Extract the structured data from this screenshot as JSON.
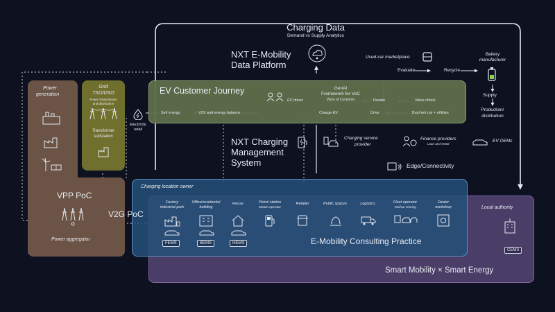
{
  "charging_data": {
    "title": "Charging Data",
    "subtitle": "Demand vs Supply Analytics"
  },
  "data_platform": {
    "title_line1": "NXT E-Mobility",
    "title_line2": "Data Platform"
  },
  "customer_journey": {
    "title": "EV Customer Journey",
    "ev_driver": "EV driver",
    "genai_line1": "GenAI",
    "genai_line2": "Framework for VoC",
    "voice": "Voice of Customer",
    "steps": {
      "sell_energy": "Sell energy",
      "v2x": "V2X and energy balance",
      "charge_ev": "Charge EV",
      "drive": "Drive",
      "resale": "Resale",
      "value_check": "Value check",
      "buy_rent": "Buy/rent car + utilities"
    }
  },
  "used_car": {
    "marketplace": "Used-car marketplace",
    "evaluate": "Evaluate",
    "recycle": "Recycle"
  },
  "battery": {
    "manufacturer_line1": "Battery",
    "manufacturer_line2": "manufacturer",
    "supply": "Supply",
    "production_line1": "Production/",
    "production_line2": "distribution"
  },
  "left": {
    "power_generation_line1": "Power",
    "power_generation_line2": "generation",
    "grid_line1": "Grid",
    "grid_line2": "TSO/DSO",
    "grid_sub_line1": "Power transmission",
    "grid_sub_line2": "and distribution",
    "transformer_line1": "Transformer",
    "transformer_line2": "substation",
    "electricity_line1": "Electricity",
    "electricity_line2": "retail",
    "vpp": "VPP PoC",
    "power_aggregator": "Power aggregator",
    "v2g": "V2G PoC"
  },
  "charging_mgmt": {
    "line1": "NXT Charging",
    "line2": "Management",
    "line3": "System",
    "provider_line1": "Charging service",
    "provider_line2": "provider"
  },
  "finance": {
    "title": "Finance providers",
    "sub": "Loan and rental",
    "ev_oems": "EV OEMs",
    "edge": "Edge/Connectivity"
  },
  "location": {
    "owner": "Charging location owner",
    "columns": [
      {
        "line1": "Factory",
        "line2": "industrial park"
      },
      {
        "line1": "Office/residential",
        "line2": "building"
      },
      {
        "line1": "House",
        "line2": ""
      },
      {
        "line1": "Petrol station",
        "line2": "Station operator"
      },
      {
        "line1": "Retailer",
        "line2": ""
      },
      {
        "line1": "Public spaces",
        "line2": ""
      },
      {
        "line1": "Logistics",
        "line2": ""
      },
      {
        "line1": "Fleet operator",
        "line2": "Taxi/car sharing"
      },
      {
        "line1": "Dealer",
        "line2": "workshop"
      }
    ],
    "tags": {
      "fems": "FEMS",
      "bems": "BEMS",
      "hems": "HEMS",
      "cems": "CEMS"
    },
    "consulting": "E-Mobility Consulting Practice",
    "local_authority": "Local authority"
  },
  "footer": {
    "smart": "Smart Mobility × Smart Energy"
  },
  "colors": {
    "background": "#0d1120",
    "journey": "#5f6f4a",
    "grid": "#6f6f2e",
    "power": "#6b5446",
    "location": "#245079",
    "smart": "#4a3d67",
    "wire": "#e6e9f0"
  }
}
